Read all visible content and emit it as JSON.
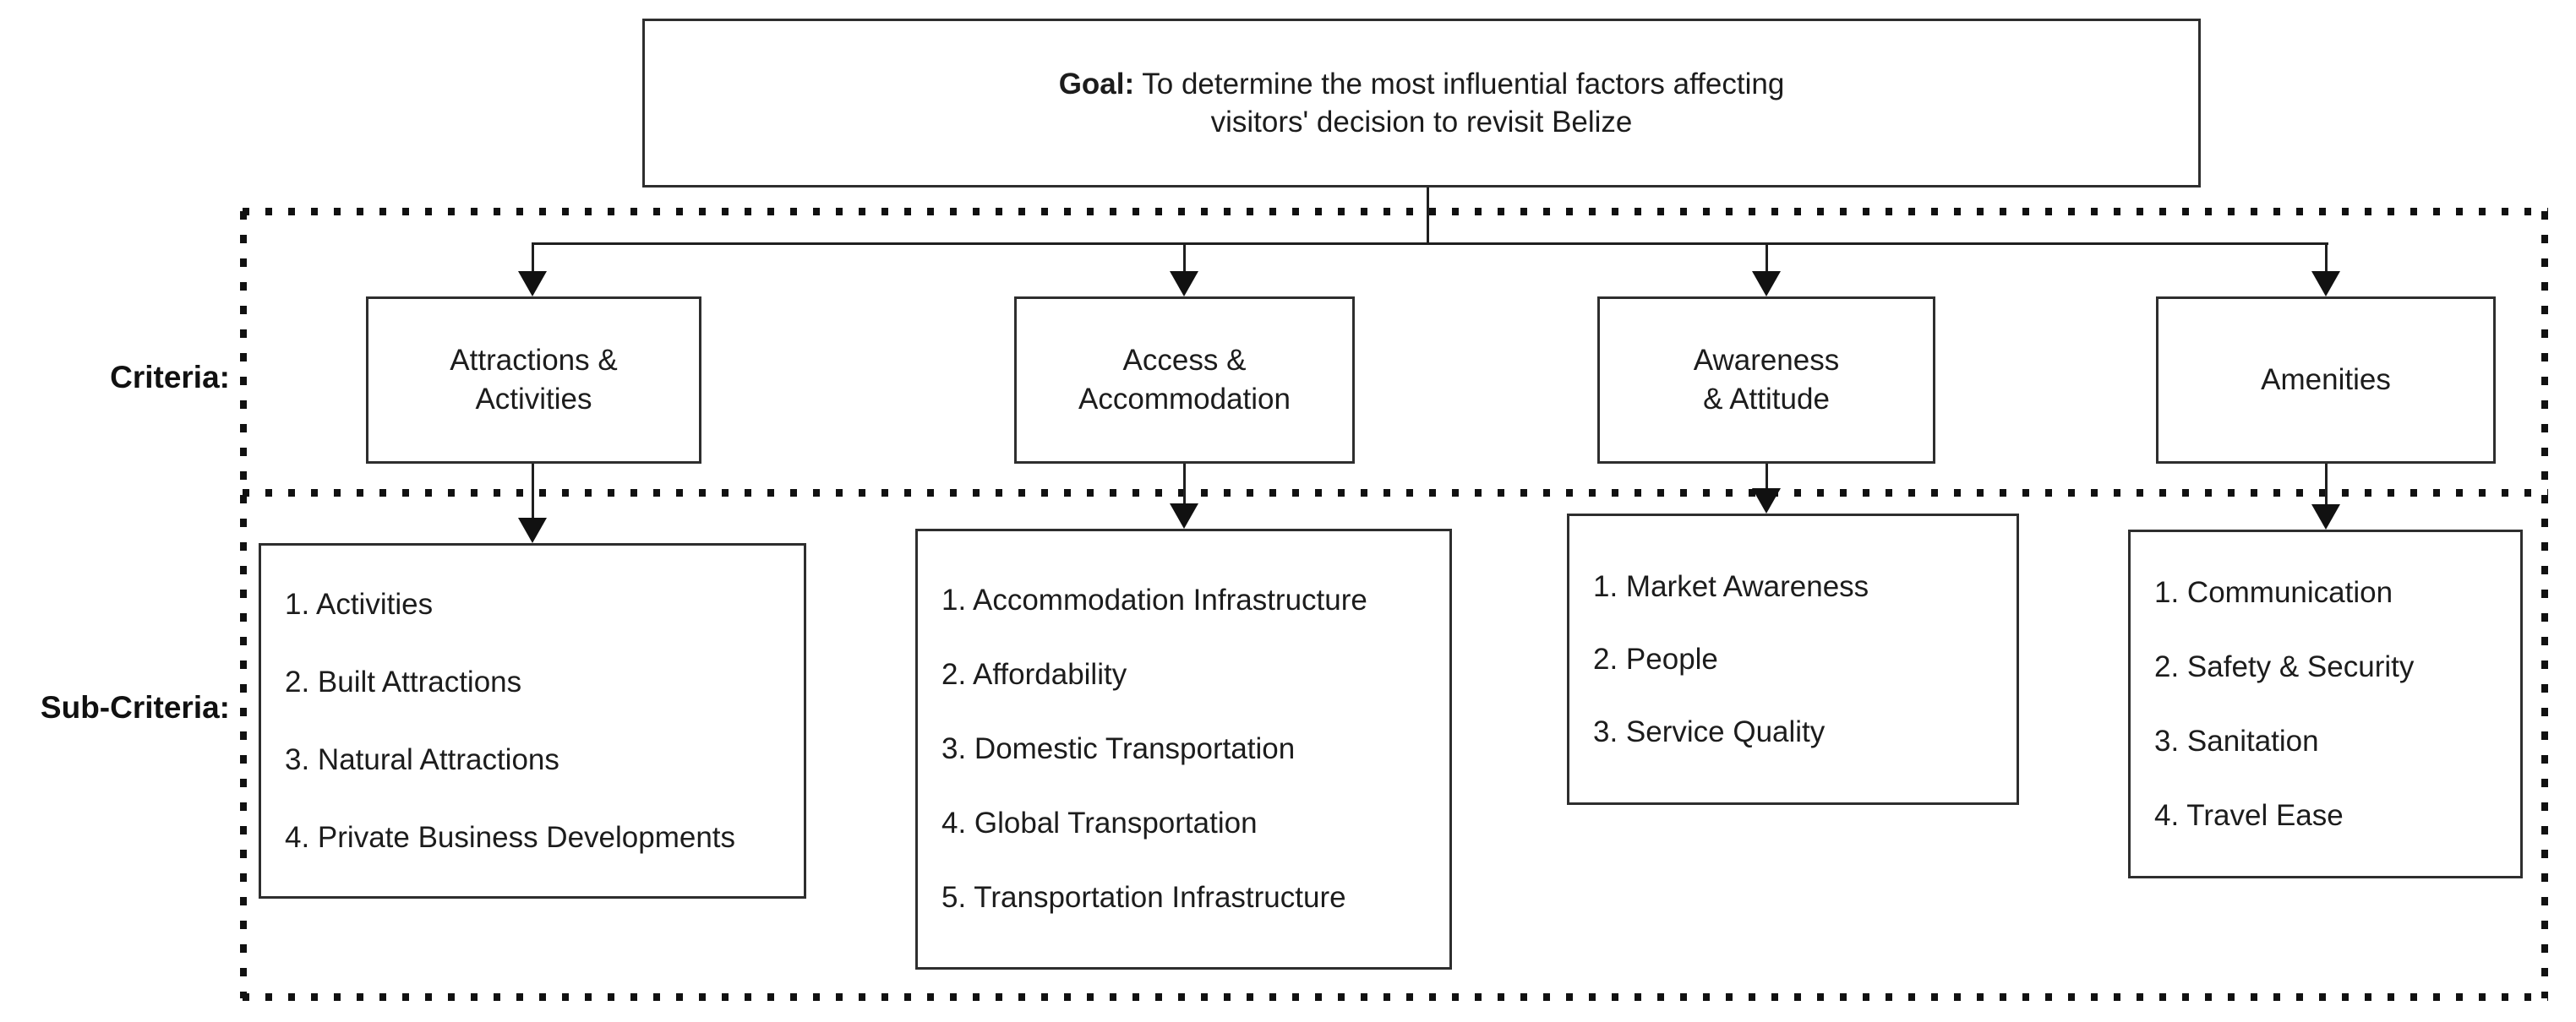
{
  "colors": {
    "background": "#ffffff",
    "ink": "#1c1c1c",
    "box_border": "#2e2e2e",
    "connector": "#1f1f1f",
    "dots": "#111111"
  },
  "goal": {
    "keyword": "Goal:",
    "line1_rest": " To determine the most influential factors affecting",
    "line2": "visitors' decision to revisit Belize"
  },
  "labels": {
    "criteria": "Criteria:",
    "sub_criteria": "Sub-Criteria:"
  },
  "criteria": [
    {
      "title": "Attractions &\nActivities"
    },
    {
      "title": "Access &\nAccommodation"
    },
    {
      "title": "Awareness\n& Attitude"
    },
    {
      "title": "Amenities"
    }
  ],
  "sub_criteria": [
    {
      "items": [
        "1. Activities",
        "2. Built Attractions",
        "3. Natural Attractions",
        "4. Private Business Developments"
      ]
    },
    {
      "items": [
        "1. Accommodation Infrastructure",
        "2. Affordability",
        "3. Domestic Transportation",
        "4. Global Transportation",
        "5. Transportation Infrastructure"
      ]
    },
    {
      "items": [
        "1. Market Awareness",
        "2. People",
        "3. Service Quality"
      ]
    },
    {
      "items": [
        "1. Communication",
        "2. Safety & Security",
        "3. Sanitation",
        "4. Travel Ease"
      ]
    }
  ]
}
